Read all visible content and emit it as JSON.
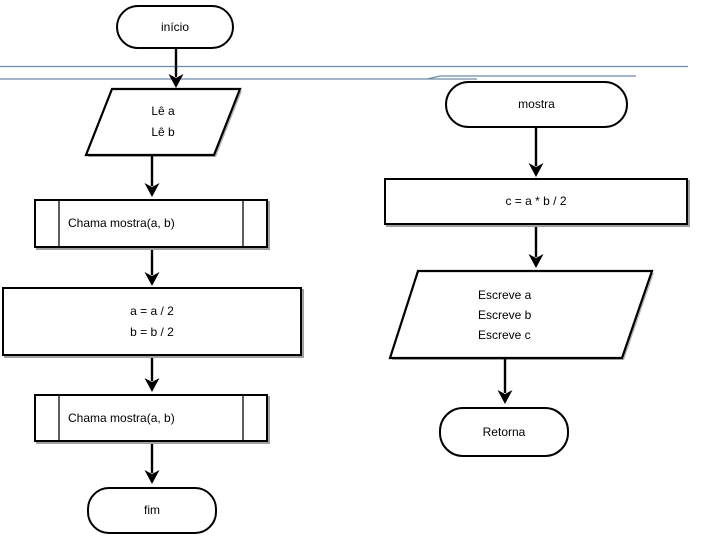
{
  "slide": {
    "background": "#ffffff",
    "rule_line_color": "#6d8caa"
  },
  "colors": {
    "shape_stroke": "#000000",
    "shape_fill": "#ffffff",
    "predefined_bar": "#5f5f5f",
    "shadow": "#a0a0a0",
    "text": "#000000"
  },
  "left_flowchart": {
    "start": {
      "type": "terminal",
      "label": "início"
    },
    "read_io": {
      "type": "io-parallelogram",
      "lines": [
        "Lê a",
        "Lê b"
      ]
    },
    "call_1": {
      "type": "predefined-process",
      "label": "Chama mostra(a, b)"
    },
    "process": {
      "type": "process",
      "lines": [
        "a = a / 2",
        "b = b / 2"
      ]
    },
    "call_2": {
      "type": "predefined-process",
      "label": "Chama mostra(a, b)"
    },
    "end": {
      "type": "terminal",
      "label": "fim"
    }
  },
  "right_flowchart": {
    "start": {
      "type": "terminal",
      "label": "mostra"
    },
    "process": {
      "type": "process",
      "label": "c = a * b / 2"
    },
    "write_io": {
      "type": "io-parallelogram",
      "lines": [
        "Escreve a",
        "Escreve b",
        "Escreve c"
      ]
    },
    "end": {
      "type": "terminal",
      "label": "Retorna"
    }
  }
}
